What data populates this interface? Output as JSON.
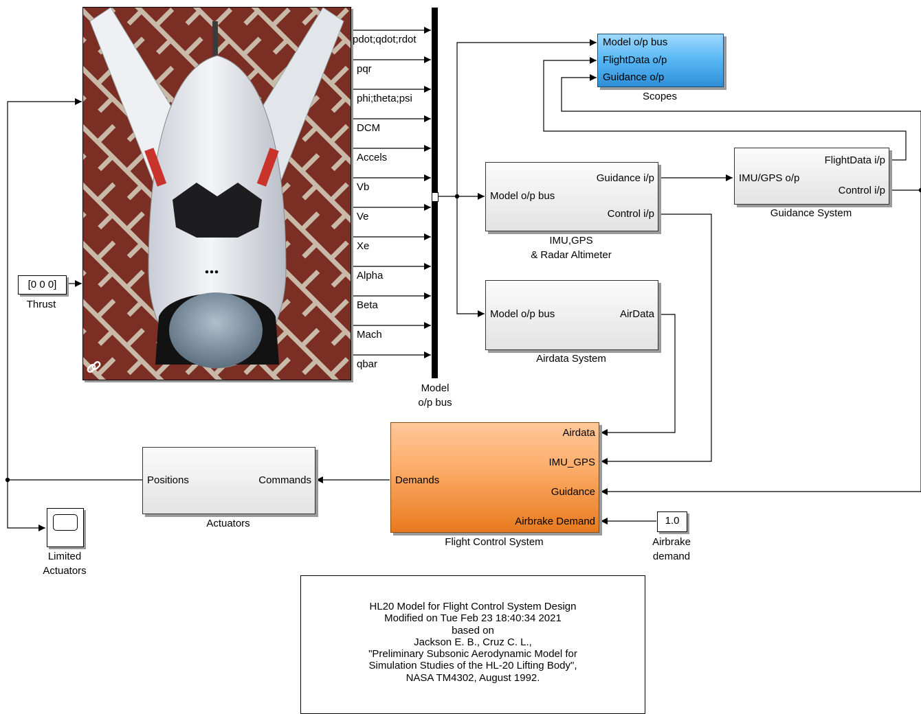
{
  "bus_signals": [
    "pdot;qdot;rdot",
    "pqr",
    "phi;theta;psi",
    "DCM",
    "Accels",
    "Vb",
    "Ve",
    "Xe",
    "Alpha",
    "Beta",
    "Mach",
    "qbar"
  ],
  "bus": {
    "label_line1": "Model",
    "label_line2": "o/p bus"
  },
  "scopes": {
    "label": "Scopes",
    "ports": [
      "Model o/p bus",
      "FlightData o/p",
      "Guidance o/p"
    ]
  },
  "imu": {
    "label_line1": "IMU,GPS",
    "label_line2": "& Radar Altimeter",
    "in": "Model o/p bus",
    "out1": "Guidance i/p",
    "out2": "Control i/p"
  },
  "guidance": {
    "label": "Guidance System",
    "in": "IMU/GPS o/p",
    "out1": "FlightData i/p",
    "out2": "Control i/p"
  },
  "airdata": {
    "label": "Airdata System",
    "in": "Model o/p bus",
    "out": "AirData"
  },
  "fcs": {
    "label": "Flight Control System",
    "out": "Demands",
    "inputs": [
      "Airdata",
      "IMU_GPS",
      "Guidance",
      "Airbrake Demand"
    ]
  },
  "actuators": {
    "label": "Actuators",
    "out": "Positions",
    "in": "Commands"
  },
  "thrust": {
    "value": "[0 0 0]",
    "label": "Thrust"
  },
  "airbrake": {
    "value": "1.0",
    "label_line1": "Airbrake",
    "label_line2": "demand"
  },
  "limited": {
    "label_line1": "Limited",
    "label_line2": "Actuators"
  },
  "note": {
    "lines": [
      "HL20 Model for Flight Control System Design",
      "Modified on Tue Feb 23 18:40:34 2021",
      "based on",
      "Jackson E. B., Cruz C. L.,",
      "\"Preliminary Subsonic Aerodynamic Model for",
      "Simulation Studies of the HL-20 Lifting Body\",",
      "NASA TM4302, August 1992."
    ]
  },
  "colors": {
    "fcs": "#f7a55a",
    "scopes": "#4fb0ef",
    "wire": "#000000",
    "photo_bg": "#7a2f24"
  }
}
